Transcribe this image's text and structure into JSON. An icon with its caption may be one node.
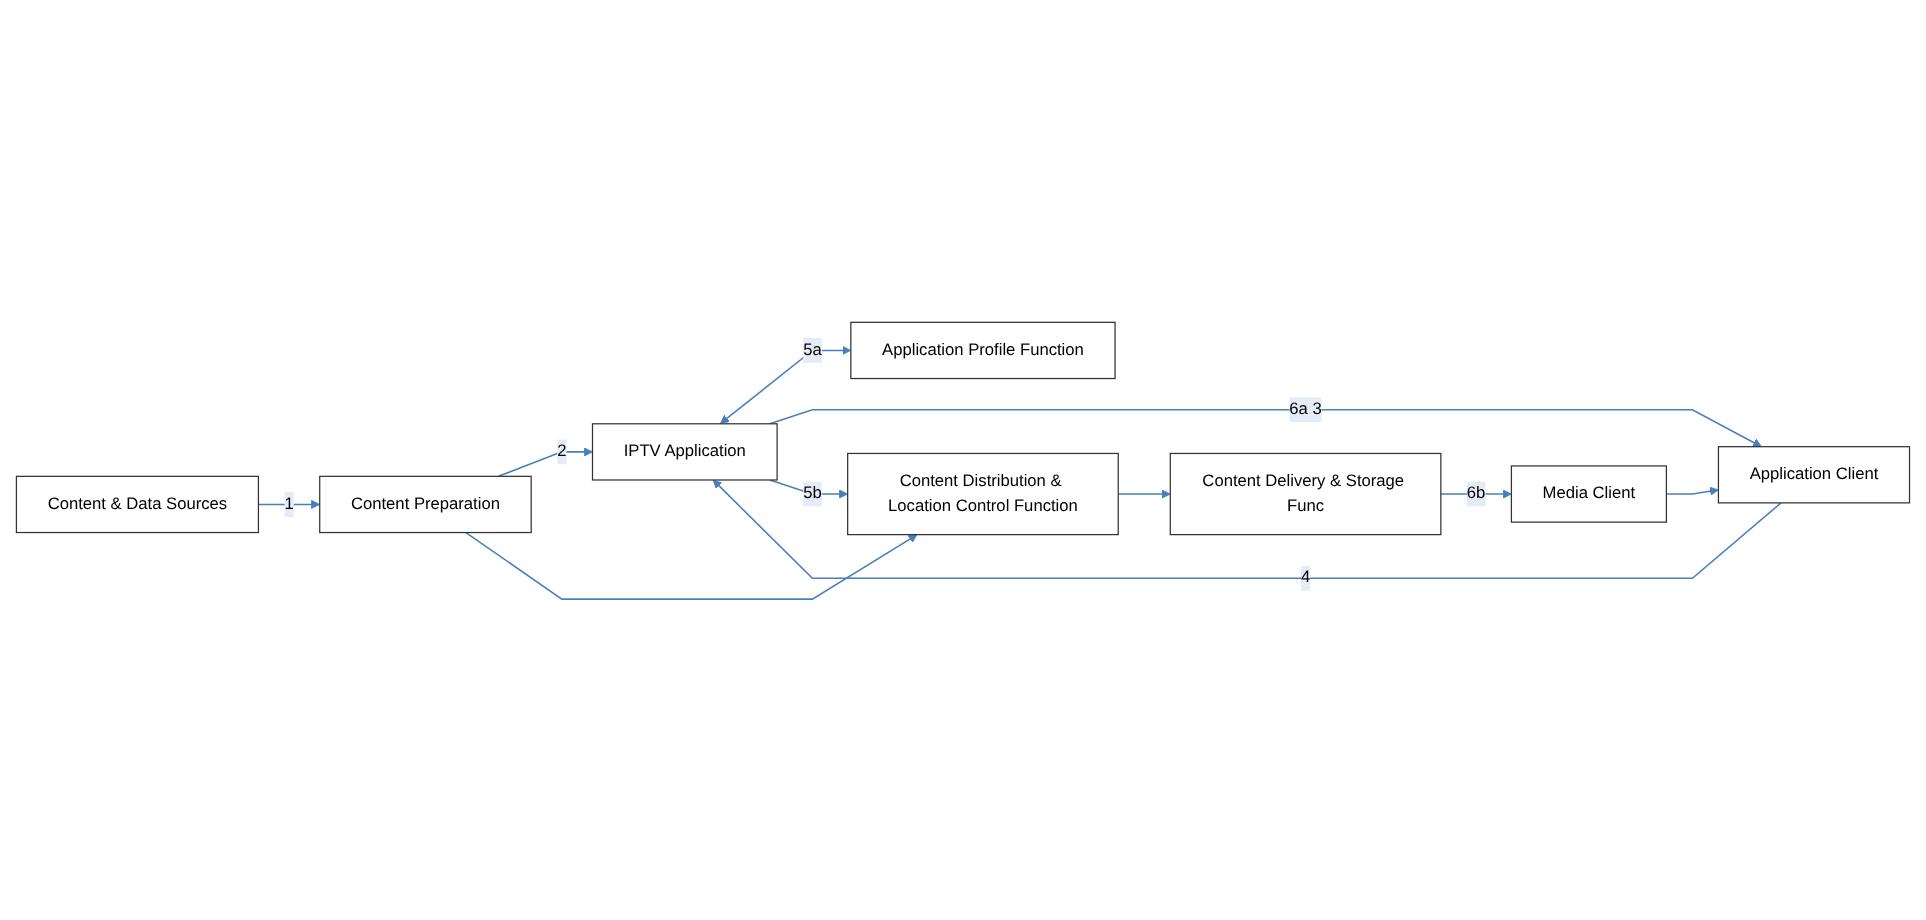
{
  "diagram": {
    "nodes": [
      {
        "text": [
          "Content & Data Sources"
        ]
      },
      {
        "text": [
          "Content Preparation"
        ]
      },
      {
        "text": [
          "Application Profile Function"
        ]
      },
      {
        "text": [
          "IPTV Application"
        ]
      },
      {
        "text": [
          "Application Client"
        ]
      },
      {
        "text": [
          "Content Distribution & Location Control Function"
        ]
      },
      {
        "text": [
          "Media Client"
        ]
      },
      {
        "text": [
          "Content Delivery & Storage Func"
        ]
      }
    ],
    "edges": [
      {
        "from": 0,
        "to": 1,
        "arrow": "to",
        "label": "1"
      },
      {
        "from": 1,
        "to": 3,
        "arrow": "to",
        "label": "2"
      },
      {
        "from": 1,
        "to": 5,
        "arrow": "to"
      },
      {
        "from": 3,
        "to": 2,
        "arrow": "both",
        "label": "5a"
      },
      {
        "from": 3,
        "to": 4,
        "arrow": "to",
        "label": "6a 3"
      },
      {
        "from": 4,
        "to": 3,
        "arrow": "to",
        "label": "4"
      },
      {
        "from": 3,
        "to": 5,
        "arrow": "to",
        "label": "5b"
      },
      {
        "from": 5,
        "to": 7,
        "arrow": "to"
      },
      {
        "from": 7,
        "to": 6,
        "arrow": "to",
        "label": "6b"
      },
      {
        "from": 6,
        "to": 4,
        "arrow": "to"
      }
    ]
  }
}
